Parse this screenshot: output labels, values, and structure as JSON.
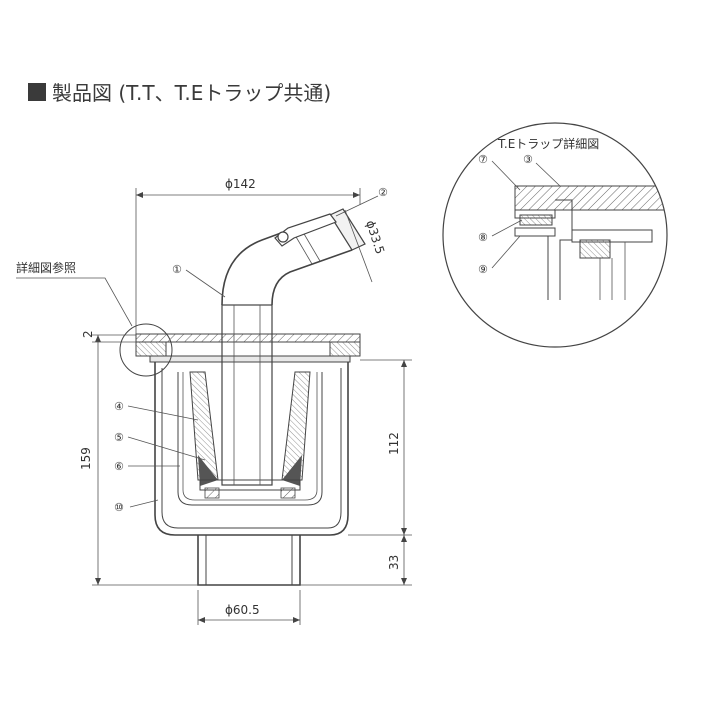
{
  "title": {
    "marker": "■",
    "text": "製品図 (T.T、T.Eトラップ共通)"
  },
  "detail": {
    "title": "T.Eトラップ詳細図",
    "callouts": [
      "⑦",
      "③",
      "⑧",
      "⑨"
    ]
  },
  "note": "詳細図参照",
  "dimensions": {
    "top_width": "ϕ142",
    "pipe_diameter": "ϕ33.5",
    "outlet_diameter": "ϕ60.5",
    "total_height": "159",
    "body_height": "112",
    "outlet_height": "33",
    "flange_thickness": "2"
  },
  "callouts": {
    "c1": "①",
    "c2": "②",
    "c4": "④",
    "c5": "⑤",
    "c6": "⑥",
    "c10": "⑩"
  },
  "colors": {
    "line": "#444444",
    "hatch": "#666666",
    "title_marker": "#3a3a3a"
  }
}
